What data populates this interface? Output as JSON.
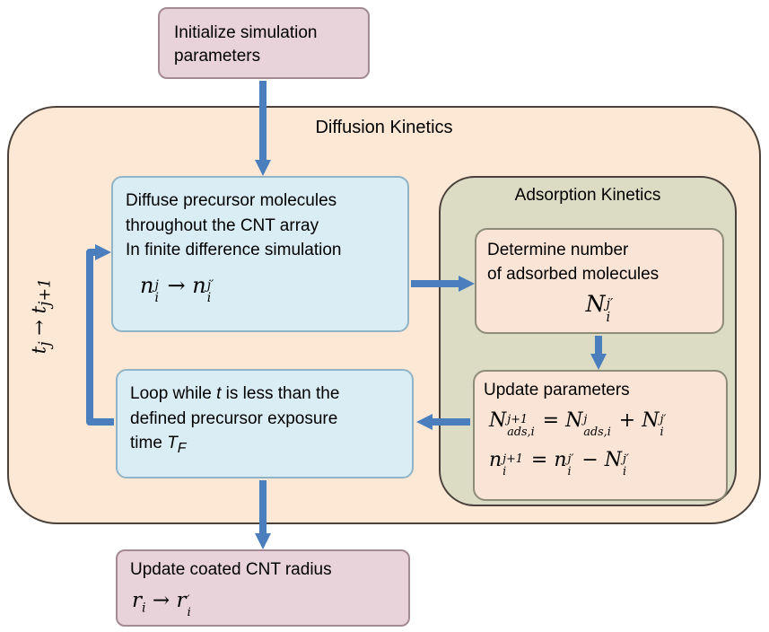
{
  "colors": {
    "arrow": "#4a7ebc",
    "pink_fill": "#e9d3db",
    "pink_border": "#a48a94",
    "peach_container_fill": "#fce8d5",
    "container_border": "#4a413a",
    "blue_fill": "#daedf4",
    "blue_border": "#8fb4c7",
    "olive_container_fill": "#dcdcc4",
    "inner_box_fill": "#f9e4d6",
    "inner_box_border": "#8e8c79"
  },
  "containers": {
    "diffusion": {
      "title": "Diffusion Kinetics"
    },
    "adsorption": {
      "title": "Adsorption Kinetics"
    }
  },
  "nodes": {
    "init": {
      "text": "Initialize simulation parameters"
    },
    "diffuse": {
      "lines": [
        "Diffuse precursor molecules",
        "throughout the CNT array",
        "In finite difference simulation"
      ],
      "math": "n<span class='ss'><span class='t'>j</span><span class='b'>i</span></span> → n<span class='ss'><span class='t'>j′</span><span class='b'>i</span></span>"
    },
    "determine": {
      "lines": [
        "Determine number",
        "of adsorbed molecules"
      ],
      "math": "N<span class='ss'><span class='t'>j′</span><span class='b'>i</span></span>"
    },
    "update_params": {
      "title": "Update parameters",
      "math1": "N<span class='ss'><span class='t'>j+1</span><span class='b'>ads,i</span></span> = N<span class='ss'><span class='t'>j</span><span class='b'>ads,i</span></span> + N<span class='ss'><span class='t'>j′</span><span class='b'>i</span></span>",
      "math2": "n<span class='ss'><span class='t'>j+1</span><span class='b'>i</span></span> = n<span class='ss'><span class='t'>j′</span><span class='b'>i</span></span> − N<span class='ss'><span class='t'>j′</span><span class='b'>i</span></span>"
    },
    "loop": {
      "html": "Loop while <i>t</i> is less than the<br>defined precursor exposure<br>time <i>T<sub>F</sub></i>"
    },
    "time_step_label": {
      "math": "t<sub>j</sub> → t<sub>j+1</sub>"
    },
    "update_radius": {
      "text": "Update coated CNT radius",
      "math": "r<sub>i</sub> → r<span class='ss'><span class='t'>′</span><span class='b'>i</span></span>"
    }
  }
}
